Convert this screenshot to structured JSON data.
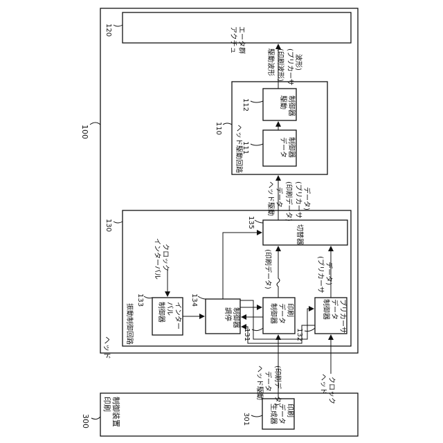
{
  "controller": {
    "ref": "300",
    "title_lines": [
      "印刷",
      "制御装置"
    ],
    "generator": {
      "ref": "301",
      "label_lines": [
        "印刷",
        "データ",
        "生成器"
      ]
    }
  },
  "head": {
    "ref": "100",
    "title": "ヘッド",
    "actuators": {
      "ref": "120",
      "label_lines": [
        "アクチュ",
        "エータ群"
      ]
    },
    "drive_circuit": {
      "ref": "110",
      "title": "ヘッド駆動回路",
      "data_ctrl": {
        "ref": "111",
        "label_lines": [
          "データ",
          "制御器"
        ]
      },
      "drive_ctrl": {
        "ref": "112",
        "label_lines": [
          "駆動",
          "制御器"
        ]
      }
    },
    "vib_circuit": {
      "ref": "130",
      "title": "振動制御回路",
      "interval_ctrl": {
        "ref": "133",
        "label_lines": [
          "インター",
          "バル",
          "制御器"
        ]
      },
      "adjust_ctrl": {
        "ref": "134",
        "label_lines": [
          "調停",
          "制御器"
        ]
      },
      "print_ctrl": {
        "ref": "131",
        "label_lines": [
          "印刷",
          "データ",
          "制御器"
        ]
      },
      "flicker_ctrl": {
        "ref": "132",
        "label_lines": [
          "プリカーサ",
          "データ",
          "制御器"
        ]
      },
      "switcher": {
        "ref": "135",
        "label": "切替器"
      }
    }
  },
  "signals": {
    "head_drive_in": [
      "ヘッド駆動",
      "データ",
      "(印刷データ)"
    ],
    "head_clock": [
      "ヘッド",
      "クロック"
    ],
    "interval_clock": [
      "インターバル",
      "クロック"
    ],
    "print_data": "(印刷データ)",
    "flicker_data": [
      "(プリカーサ",
      "データ)"
    ],
    "head_drive_out": [
      "ヘッド駆動",
      "データ",
      "(印刷データ)",
      "(プリカーサ",
      "データ)"
    ],
    "drive_wave": [
      "駆動波形",
      "(印刷波形)",
      "(プリカーサ",
      "波形)"
    ]
  }
}
